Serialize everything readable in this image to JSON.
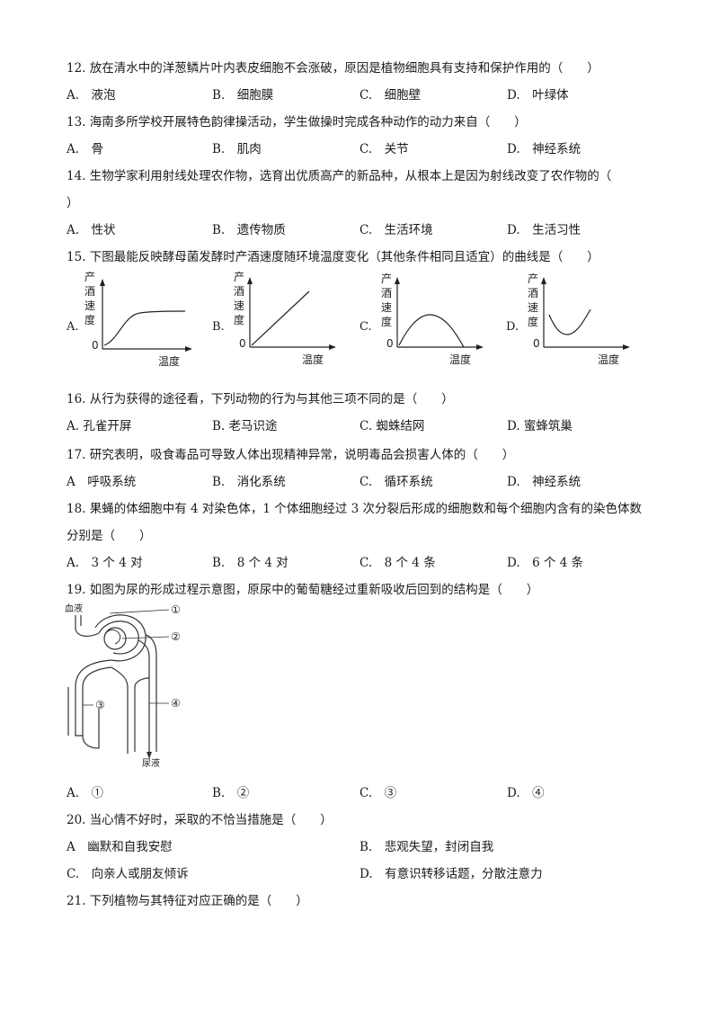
{
  "questions": {
    "q12": {
      "stem": "12. 放在清水中的洋葱鳞片叶内表皮细胞不会涨破，原因是植物细胞具有支持和保护作用的（　　）",
      "options": [
        "A.　液泡",
        "B.　细胞膜",
        "C.　细胞壁",
        "D.　叶绿体"
      ]
    },
    "q13": {
      "stem": "13. 海南多所学校开展特色韵律操活动，学生做操时完成各种动作的动力来自（　　）",
      "options": [
        "A.　骨",
        "B.　肌肉",
        "C.　关节",
        "D.　神经系统"
      ]
    },
    "q14": {
      "stem": "14. 生物学家利用射线处理农作物，选育出优质高产的新品种，从根本上是因为射线改变了农作物的（",
      "stem_cont": "）",
      "options": [
        "A.　性状",
        "B.　遗传物质",
        "C.　生活环境",
        "D.　生活习性"
      ]
    },
    "q15": {
      "stem": "15. 下图最能反映酵母菌发酵时产酒速度随环境温度变化（其他条件相同且适宜）的曲线是（　　）",
      "graph_letters": [
        "A.",
        "B.",
        "C.",
        "D."
      ],
      "ylabel": [
        "产",
        "酒",
        "速",
        "度"
      ],
      "xlabel": "温度",
      "origin": "0"
    },
    "q16": {
      "stem": "16. 从行为获得的途径看，下列动物的行为与其他三项不同的是（　　）",
      "options": [
        "A. 孔雀开屏",
        "B. 老马识途",
        "C. 蜘蛛结网",
        "D. 蜜蜂筑巢"
      ]
    },
    "q17": {
      "stem": "17. 研究表明，吸食毒品可导致人体出现精神异常，说明毒品会损害人体的（　　）",
      "options": [
        "A　呼吸系统",
        "B.　消化系统",
        "C.　循环系统",
        "D.　神经系统"
      ]
    },
    "q18": {
      "stem": "18. 果蝇的体细胞中有 4 对染色体，1 个体细胞经过 3 次分裂后形成的细胞数和每个细胞内含有的染色体数",
      "stem_cont": "分别是（　　）",
      "options": [
        "A.　3 个 4 对",
        "B.　8 个 4 对",
        "C.　8 个 4 条",
        "D.　6 个 4 条"
      ]
    },
    "q19": {
      "stem": "19. 如图为尿的形成过程示意图，原尿中的葡萄糖经过重新吸收后回到的结构是（　　）",
      "diagram": {
        "label_blood": "血液",
        "label_urine": "尿液",
        "markers": [
          "①",
          "②",
          "③",
          "④"
        ]
      },
      "options": [
        "A.　①",
        "B.　②",
        "C.　③",
        "D.　④"
      ]
    },
    "q20": {
      "stem": "20. 当心情不好时，采取的不恰当措施是（　　）",
      "options": [
        "A　幽默和自我安慰",
        "B.　悲观失望，封闭自我",
        "C.　向亲人或朋友倾诉",
        "D.　有意识转移话题，分散注意力"
      ]
    },
    "q21": {
      "stem": "21.  下列植物与其特征对应正确的是（　　）"
    }
  }
}
